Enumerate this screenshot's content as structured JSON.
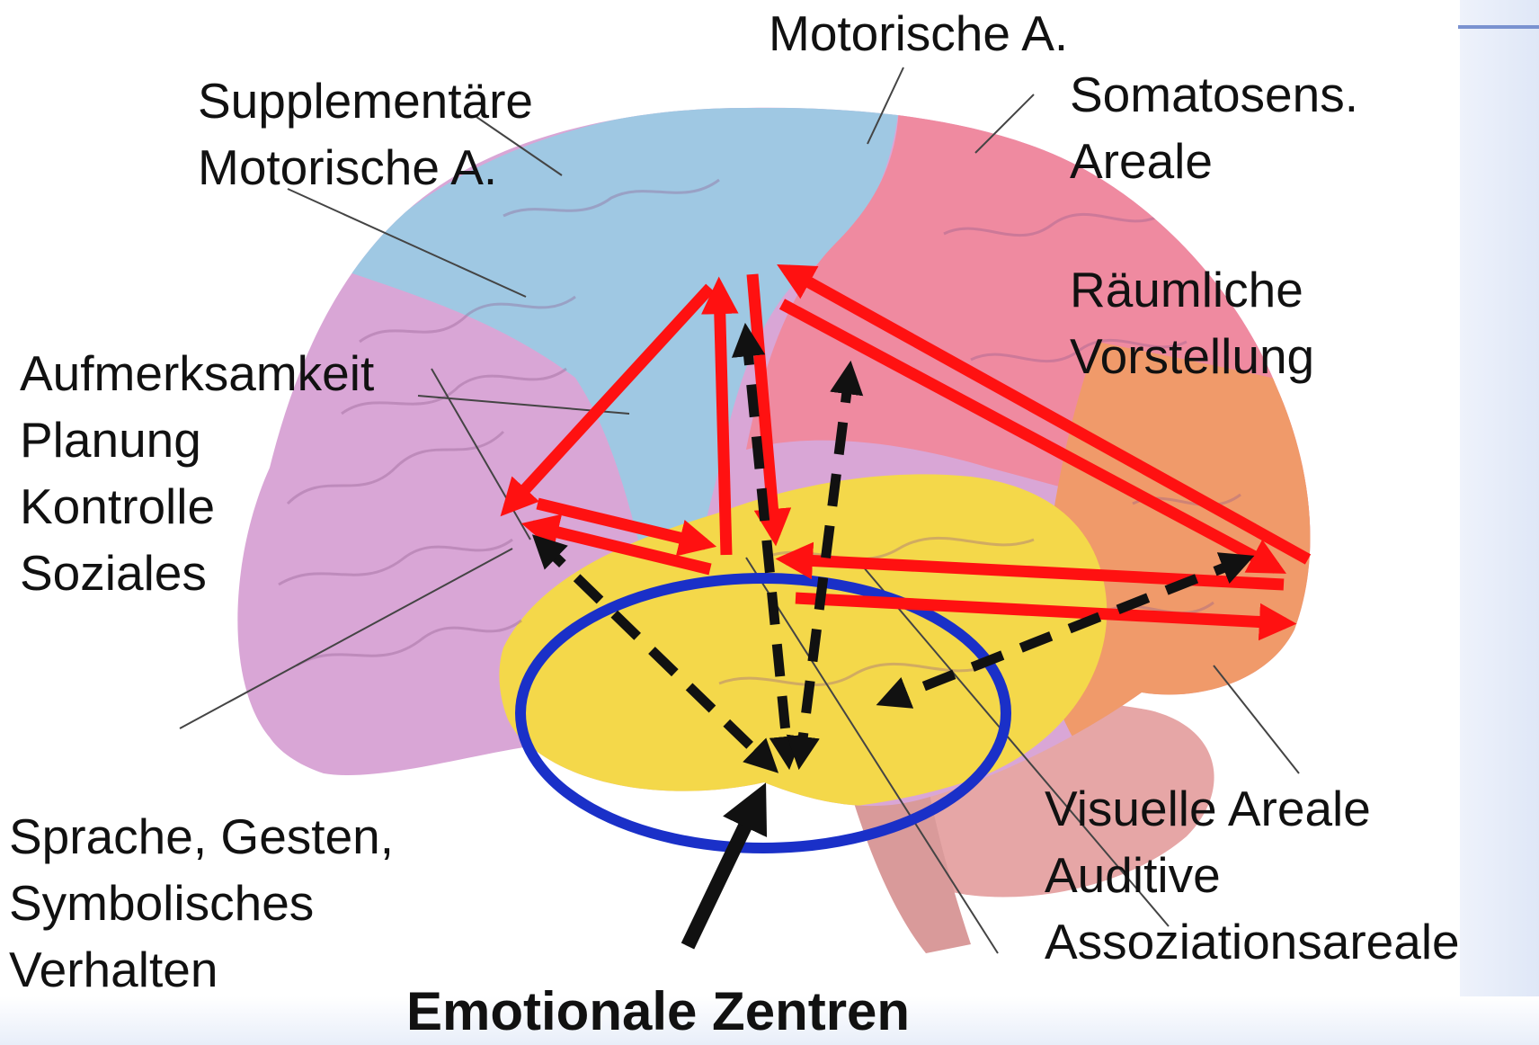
{
  "labels": {
    "motor": "Motorische A.",
    "supplementary": [
      "Supplementäre",
      "Motorische A."
    ],
    "somatosensory": [
      "Somatosens.",
      "Areale"
    ],
    "spatial": [
      "Räumliche",
      "Vorstellung"
    ],
    "prefrontal": [
      "Aufmerksamkeit",
      "Planung",
      "Kontrolle",
      "Soziales"
    ],
    "language": [
      "Sprache, Gesten,",
      "Symbolisches",
      "Verhalten"
    ],
    "visual_auditory": [
      "Visuelle Areale",
      "Auditive",
      "Assoziationsareale"
    ],
    "emotional": "Emotionale Zentren"
  },
  "colors": {
    "frontal": "#d9a6d6",
    "motor": "#9fc8e3",
    "parietal": "#ef8aa0",
    "occipital": "#f09a6a",
    "temporal": "#f4d84a",
    "cerebellum": "#e6a6a6",
    "red_arrow": "#ff1111",
    "black_arrow": "#111111",
    "ellipse": "#1a30c8"
  }
}
